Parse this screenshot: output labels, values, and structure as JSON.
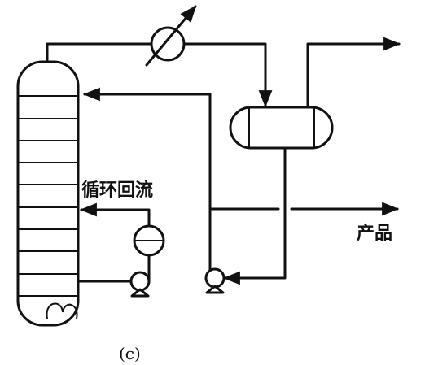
{
  "labels": {
    "circulating_reflux": "循环回流",
    "product": "产品",
    "caption": "(c)"
  },
  "icons": [
    "distillation-column",
    "condenser",
    "reflux-drum",
    "pump",
    "heat-exchanger"
  ]
}
